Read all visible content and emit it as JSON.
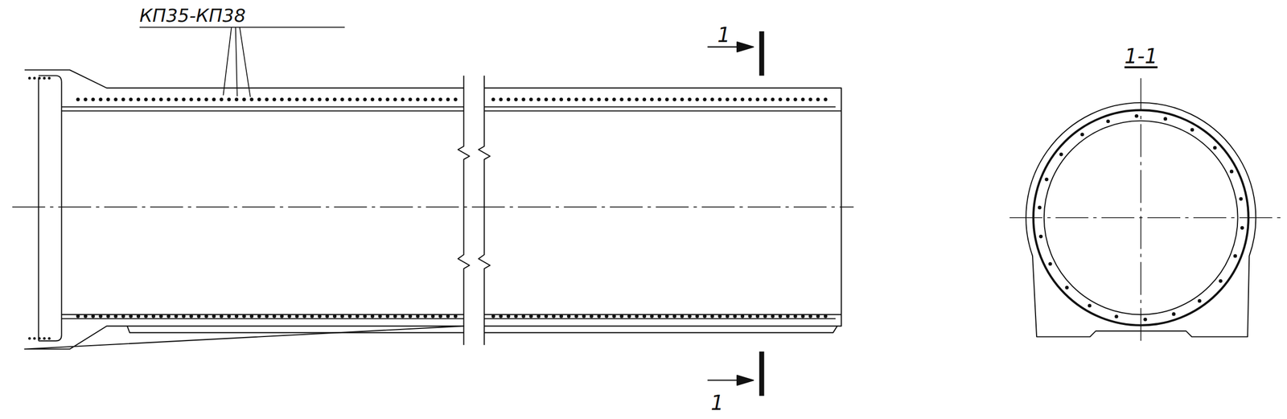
{
  "diagram": {
    "labels": [
      "КП35-КП38",
      "1",
      "1",
      "1-1"
    ]
  }
}
